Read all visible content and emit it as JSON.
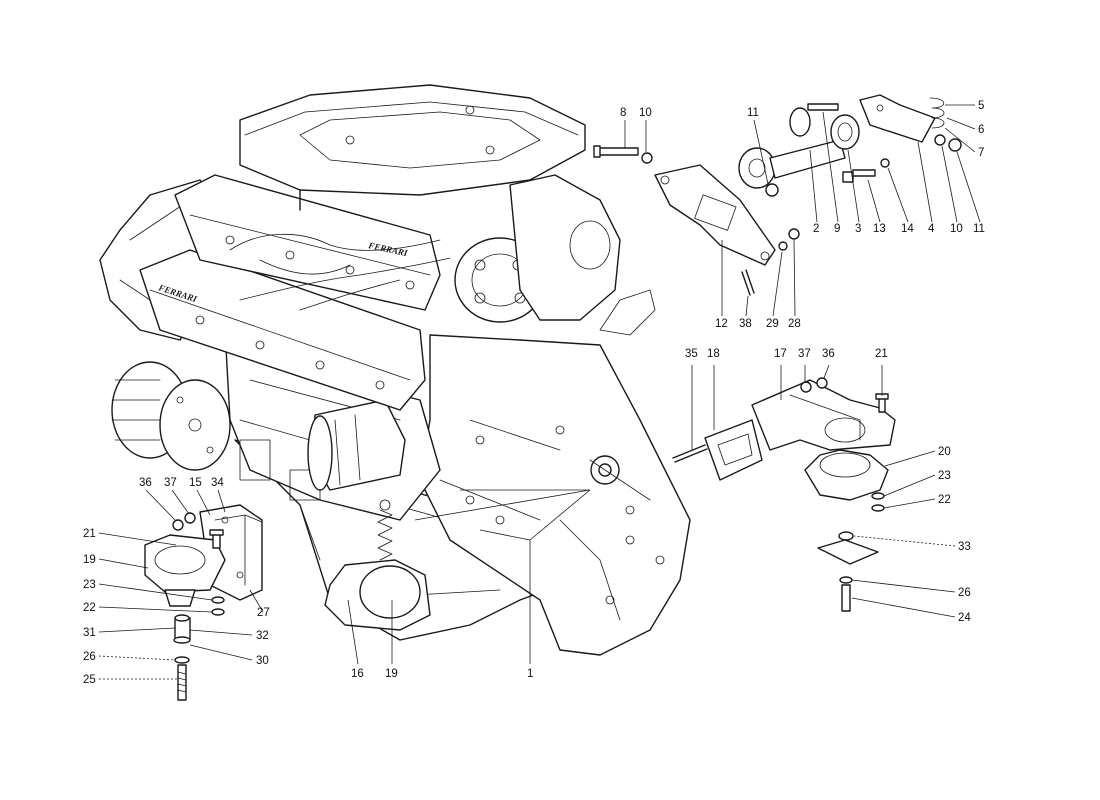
{
  "diagram": {
    "logos": [
      "FERRARI",
      "FERRARI"
    ],
    "callouts": [
      {
        "id": "c8",
        "text": "8"
      },
      {
        "id": "c10a",
        "text": "10"
      },
      {
        "id": "c11a",
        "text": "11"
      },
      {
        "id": "c5",
        "text": "5"
      },
      {
        "id": "c6",
        "text": "6"
      },
      {
        "id": "c7",
        "text": "7"
      },
      {
        "id": "c2",
        "text": "2"
      },
      {
        "id": "c9",
        "text": "9"
      },
      {
        "id": "c3",
        "text": "3"
      },
      {
        "id": "c13",
        "text": "13"
      },
      {
        "id": "c14",
        "text": "14"
      },
      {
        "id": "c4",
        "text": "4"
      },
      {
        "id": "c10b",
        "text": "10"
      },
      {
        "id": "c11b",
        "text": "11"
      },
      {
        "id": "c12",
        "text": "12"
      },
      {
        "id": "c38",
        "text": "38"
      },
      {
        "id": "c29",
        "text": "29"
      },
      {
        "id": "c28",
        "text": "28"
      },
      {
        "id": "c35",
        "text": "35"
      },
      {
        "id": "c18",
        "text": "18"
      },
      {
        "id": "c17",
        "text": "17"
      },
      {
        "id": "c37a",
        "text": "37"
      },
      {
        "id": "c36a",
        "text": "36"
      },
      {
        "id": "c21a",
        "text": "21"
      },
      {
        "id": "c20",
        "text": "20"
      },
      {
        "id": "c23a",
        "text": "23"
      },
      {
        "id": "c22a",
        "text": "22"
      },
      {
        "id": "c33",
        "text": "33"
      },
      {
        "id": "c26a",
        "text": "26"
      },
      {
        "id": "c24",
        "text": "24"
      },
      {
        "id": "c36b",
        "text": "36"
      },
      {
        "id": "c37b",
        "text": "37"
      },
      {
        "id": "c15",
        "text": "15"
      },
      {
        "id": "c34",
        "text": "34"
      },
      {
        "id": "c21b",
        "text": "21"
      },
      {
        "id": "c19a",
        "text": "19"
      },
      {
        "id": "c23b",
        "text": "23"
      },
      {
        "id": "c22b",
        "text": "22"
      },
      {
        "id": "c31",
        "text": "31"
      },
      {
        "id": "c32",
        "text": "32"
      },
      {
        "id": "c30",
        "text": "30"
      },
      {
        "id": "c26b",
        "text": "26"
      },
      {
        "id": "c25",
        "text": "25"
      },
      {
        "id": "c27",
        "text": "27"
      },
      {
        "id": "c16",
        "text": "16"
      },
      {
        "id": "c19b",
        "text": "19"
      },
      {
        "id": "c1",
        "text": "1"
      }
    ]
  }
}
